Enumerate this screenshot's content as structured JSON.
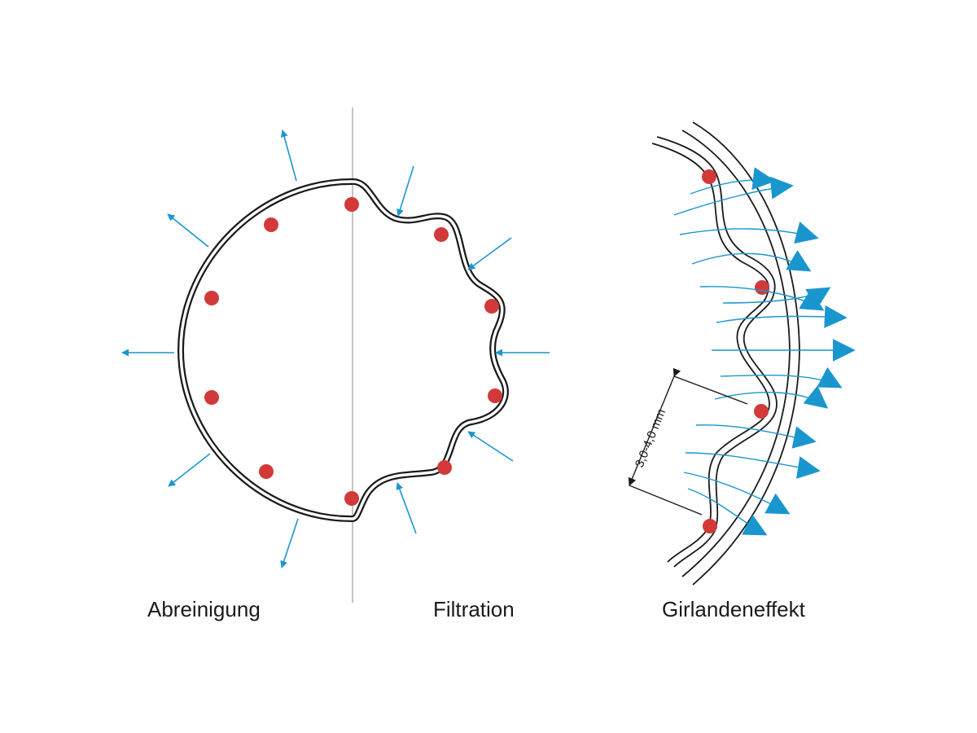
{
  "labels": {
    "abreinigung": "Abreinigung",
    "filtration": "Filtration",
    "girlandeneffekt": "Girlandeneffekt",
    "dimension": "3,0-4,0 mm"
  },
  "colors": {
    "outline": "#1a1a1a",
    "support_dot": "#d23a3a",
    "flow_arrow": "#1a96cf",
    "divider": "#888888"
  },
  "icons": {
    "support_dot": "red-dot-icon",
    "flow_arrow": "blue-arrow-icon"
  }
}
